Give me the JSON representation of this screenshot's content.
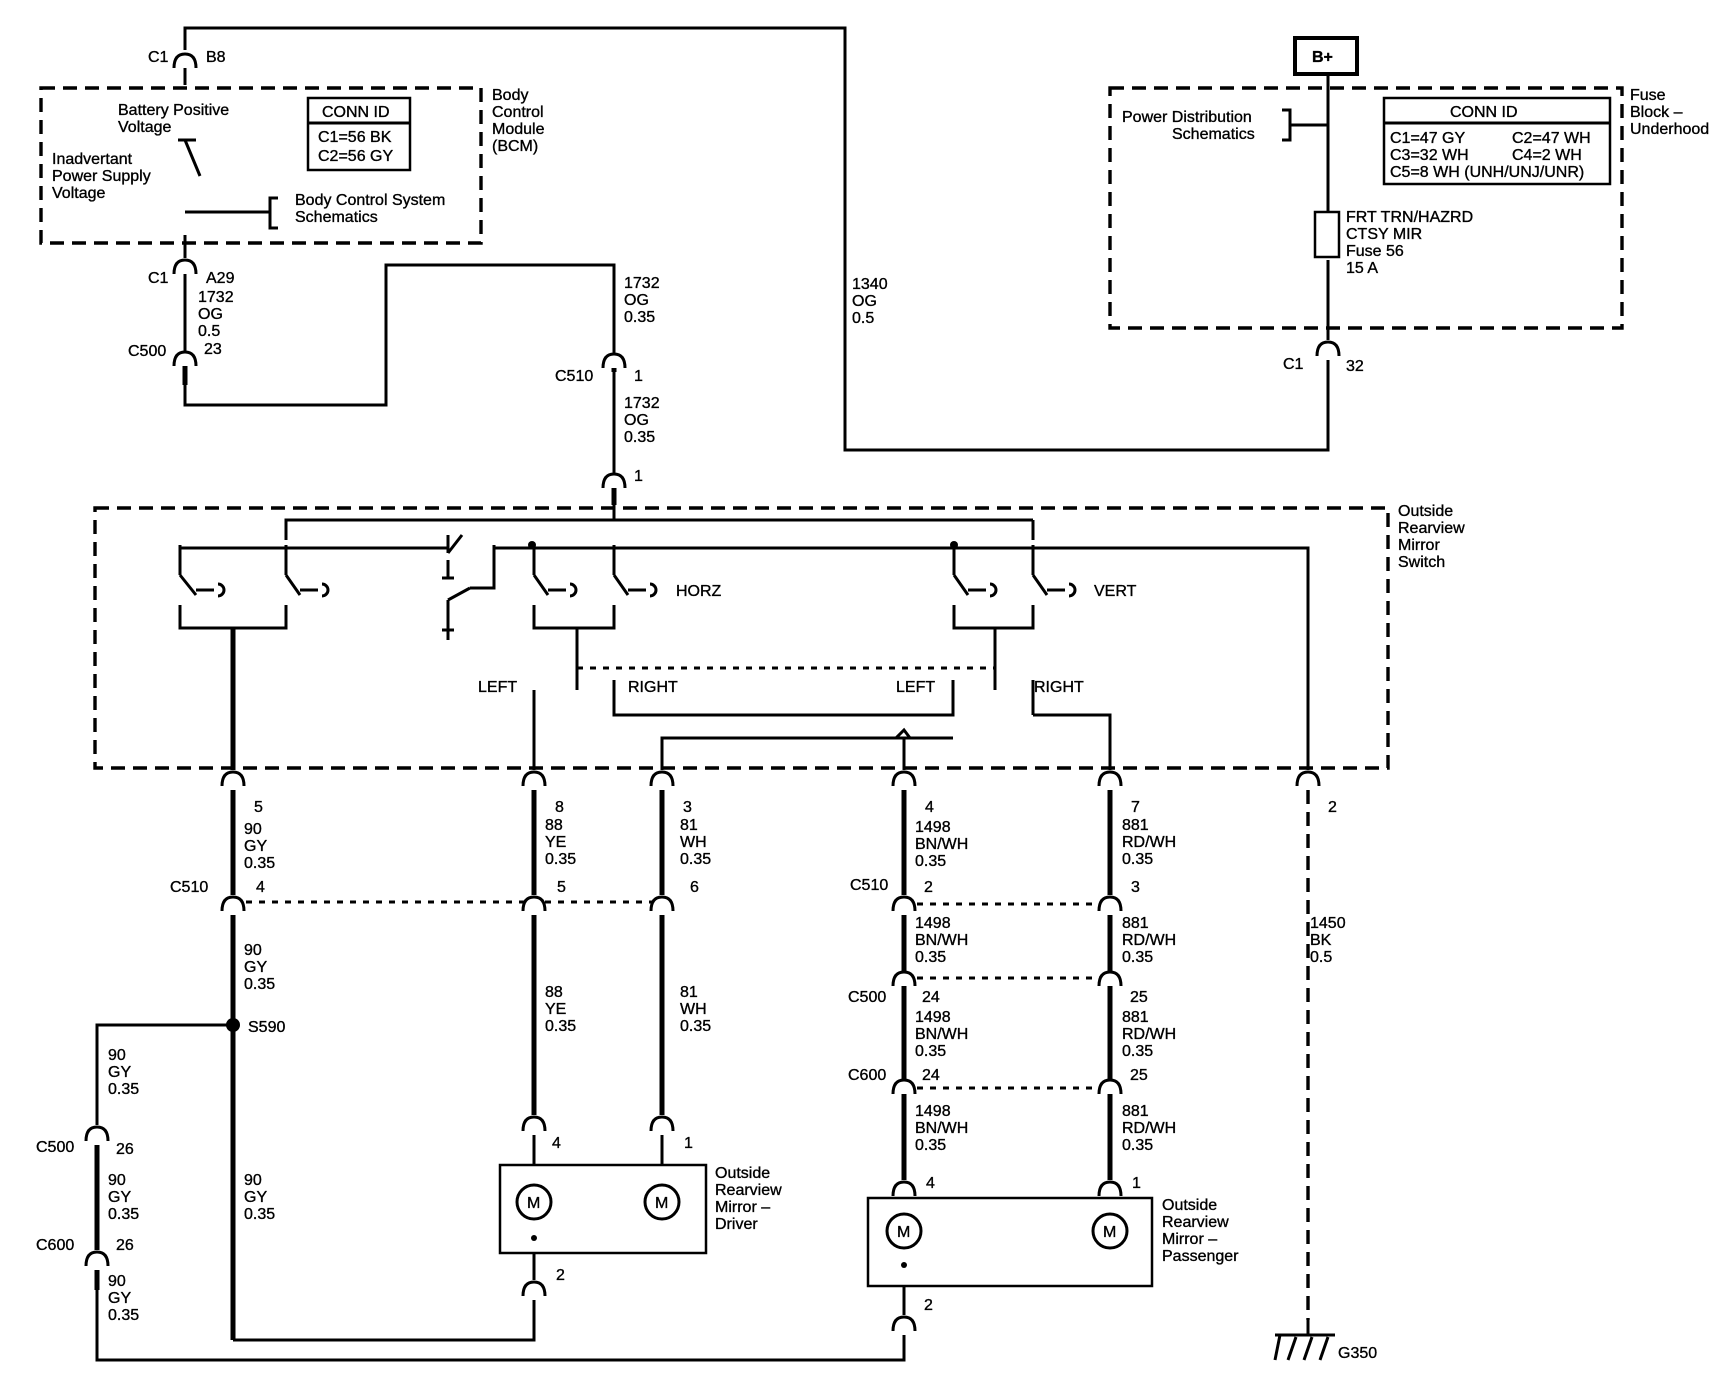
{
  "bcm": {
    "name": [
      "Body",
      "Control",
      "Module",
      "(BCM)"
    ],
    "battery_voltage": [
      "Battery Positive",
      "Voltage"
    ],
    "inadvertant": [
      "Inadvertant",
      "Power Supply",
      "Voltage"
    ],
    "bcs_schematics": [
      "Body Control System",
      "Schematics"
    ],
    "conn_id_title": "CONN ID",
    "conn_ids": [
      "C1=56 BK",
      "C2=56 GY"
    ],
    "top_conn": "C1",
    "top_pin": "B8",
    "bottom_conn": "C1",
    "bottom_pin": "A29"
  },
  "fuse_block": {
    "name": [
      "Fuse",
      "Block –",
      "Underhood"
    ],
    "bplus": "B+",
    "power_dist": [
      "Power Distribution",
      "Schematics"
    ],
    "conn_id_title": "CONN ID",
    "conn_ids_left": [
      "C1=47 GY",
      "C3=32 WH",
      "C5=8 WH (UNH/UNJ/UNR)"
    ],
    "conn_ids_right": [
      "C2=47 WH",
      "C4=2 WH"
    ],
    "fuse": [
      "FRT TRN/HAZRD",
      "CTSY MIR",
      "Fuse 56",
      "15 A"
    ],
    "out_conn": "C1",
    "out_pin": "32"
  },
  "wires": {
    "w1732_left": [
      "1732",
      "OG",
      "0.5"
    ],
    "c500_top": "C500",
    "c500_top_pin": "23",
    "w1732_mid": [
      "1732",
      "OG",
      "0.35"
    ],
    "c510_top": "C510",
    "c510_top_pin": "1",
    "w1732_low": [
      "1732",
      "OG",
      "0.35"
    ],
    "switch_in_pin": "1",
    "w1340": [
      "1340",
      "OG",
      "0.5"
    ]
  },
  "switch": {
    "name": [
      "Outside",
      "Rearview",
      "Mirror",
      "Switch"
    ],
    "horz": "HORZ",
    "vert": "VERT",
    "left1": "LEFT",
    "right1": "RIGHT",
    "left2": "LEFT",
    "right2": "RIGHT"
  },
  "pins": {
    "p5": "5",
    "p8": "8",
    "p3": "3",
    "p4": "4",
    "p7": "7",
    "p2": "2"
  },
  "upper_wires": {
    "a": [
      "90",
      "GY",
      "0.35"
    ],
    "b": [
      "88",
      "YE",
      "0.35"
    ],
    "c": [
      "81",
      "WH",
      "0.35"
    ],
    "d": [
      "1498",
      "BN/WH",
      "0.35"
    ],
    "e": [
      "881",
      "RD/WH",
      "0.35"
    ]
  },
  "c510_row": {
    "label_left": "C510",
    "pin_a": "4",
    "pin_b": "5",
    "pin_c": "6",
    "label_right": "C510",
    "pin_d": "2",
    "pin_e": "3"
  },
  "lower_wires": {
    "a": [
      "90",
      "GY",
      "0.35"
    ],
    "b": [
      "88",
      "YE",
      "0.35"
    ],
    "c": [
      "81",
      "WH",
      "0.35"
    ],
    "d1": [
      "1498",
      "BN/WH",
      "0.35"
    ],
    "e1": [
      "881",
      "RD/WH",
      "0.35"
    ],
    "d2": [
      "1498",
      "BN/WH",
      "0.35"
    ],
    "e2": [
      "881",
      "RD/WH",
      "0.35"
    ],
    "d3": [
      "1498",
      "BN/WH",
      "0.35"
    ],
    "e3": [
      "881",
      "RD/WH",
      "0.35"
    ],
    "ground": [
      "1450",
      "BK",
      "0.5"
    ]
  },
  "splice": "S590",
  "right_conns": {
    "c500": "C500",
    "c500_d": "24",
    "c500_e": "25",
    "c600": "C600",
    "c600_d": "24",
    "c600_e": "25"
  },
  "left_branch": {
    "w1": [
      "90",
      "GY",
      "0.35"
    ],
    "c500": "C500",
    "c500_pin": "26",
    "w2": [
      "90",
      "GY",
      "0.35"
    ],
    "c600": "C600",
    "c600_pin": "26",
    "w3": [
      "90",
      "GY",
      "0.35"
    ],
    "w_splice": [
      "90",
      "GY",
      "0.35"
    ]
  },
  "driver_mirror": {
    "name": [
      "Outside",
      "Rearview",
      "Mirror –",
      "Driver"
    ],
    "pin_left": "4",
    "pin_right": "1",
    "pin_bottom": "2",
    "motor": "M"
  },
  "passenger_mirror": {
    "name": [
      "Outside",
      "Rearview",
      "Mirror –",
      "Passenger"
    ],
    "pin_left": "4",
    "pin_right": "1",
    "pin_bottom": "2",
    "motor": "M"
  },
  "ground": "G350"
}
